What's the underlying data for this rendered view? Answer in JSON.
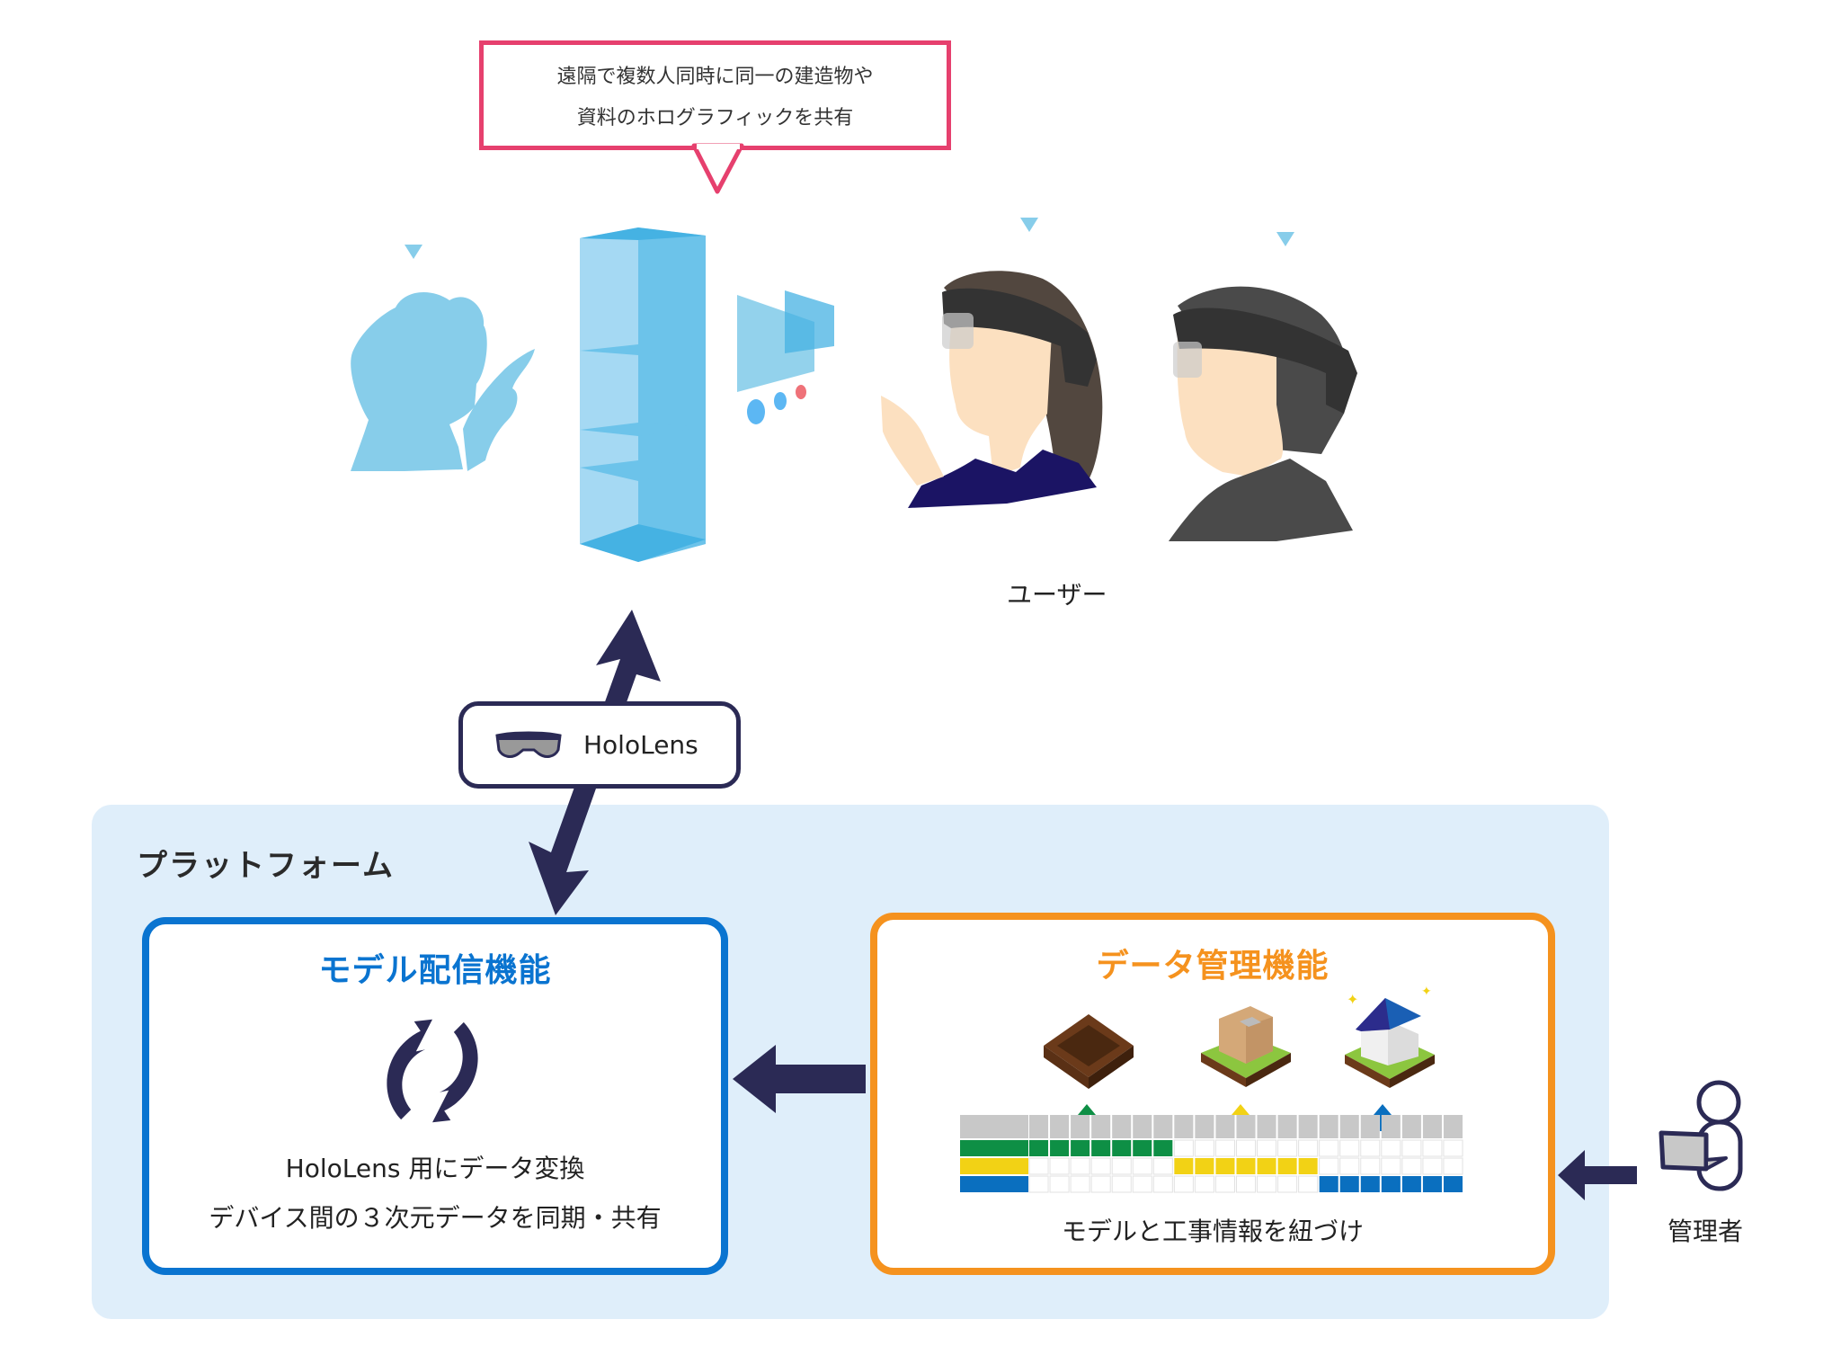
{
  "callout": {
    "line1": "遠隔で複数人同時に同一の建造物や",
    "line2": "資料のホログラフィックを共有",
    "border_color": "#e6406e"
  },
  "scene": {
    "users_label": "ユーザー",
    "remote_user_icon": "remote-user-silhouette-icon",
    "hologram_icon": "hologram-building-icon",
    "hologram_panel_icon": "hologram-panel-icon",
    "user_marker_icon": "down-triangle-marker-icon"
  },
  "hololens": {
    "label": "HoloLens",
    "icon": "hololens-headset-icon"
  },
  "platform": {
    "title": "プラットフォーム",
    "background": "#dfeefa",
    "model_delivery": {
      "title": "モデル配信機能",
      "title_color": "#0a74d0",
      "icon": "sync-icon",
      "line1": "HoloLens 用にデータ変換",
      "line2": "デバイス間の３次元データを同期・共有"
    },
    "data_management": {
      "title": "データ管理機能",
      "title_color": "#f5921e",
      "stage_icons": [
        "excavation-icon",
        "framing-icon",
        "completed-house-icon"
      ],
      "stage_arrow_colors": [
        "#0e8f45",
        "#f2d215",
        "#0a6fbf"
      ],
      "schedule": {
        "rows": [
          {
            "color": "#0e8f45",
            "active_cells": [
              0,
              1,
              2,
              3,
              4,
              5,
              6
            ]
          },
          {
            "color": "#f2d215",
            "active_cells": [
              7,
              8,
              9,
              10,
              11,
              12,
              13
            ]
          },
          {
            "color": "#0a6fbf",
            "active_cells": [
              14,
              15,
              16,
              17,
              18,
              19,
              20
            ]
          }
        ],
        "cell_count": 21,
        "header_color": "#c8c8c8"
      },
      "caption": "モデルと工事情報を紐づけ"
    }
  },
  "admin": {
    "label": "管理者",
    "icon": "admin-with-laptop-icon"
  },
  "colors": {
    "arrow": "#2b2a55",
    "hologram_blue": "#6cc3ea",
    "marker_blue": "#87cdea"
  }
}
